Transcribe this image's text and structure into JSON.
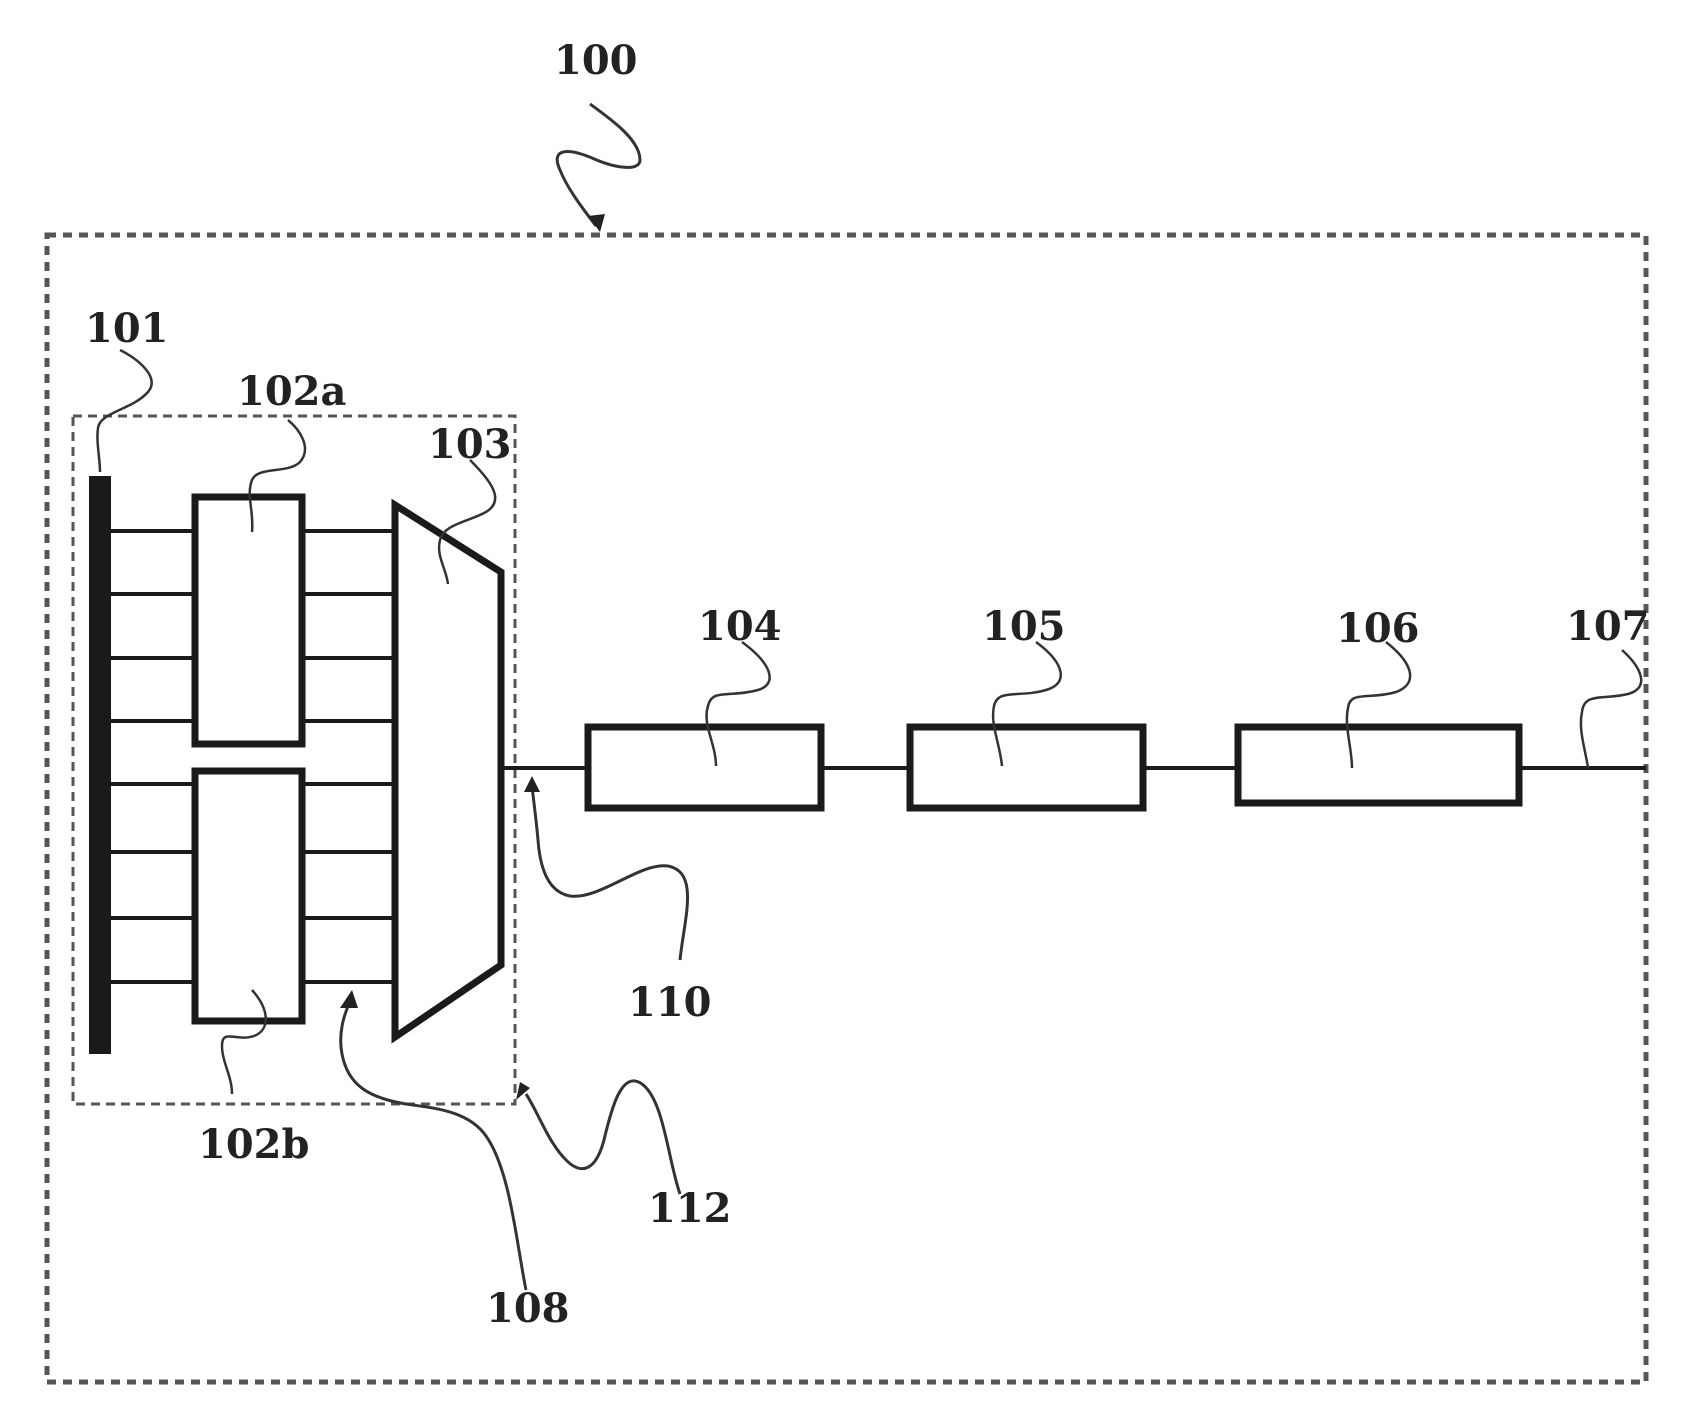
{
  "labels": {
    "system": "100",
    "bar": "101",
    "module_a": "102a",
    "module_b": "102b",
    "combiner": "103",
    "block_104": "104",
    "block_105": "105",
    "block_106": "106",
    "output": "107",
    "connector": "108",
    "junction": "110",
    "subassembly": "112"
  }
}
